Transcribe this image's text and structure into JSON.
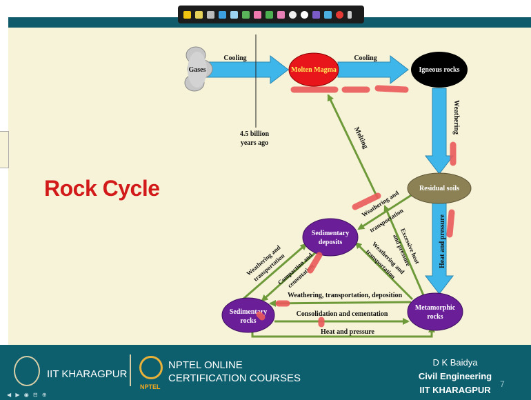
{
  "slide": {
    "title": "Rock Cycle",
    "page_number": "7"
  },
  "diagram": {
    "nodes": {
      "gases": "Gases",
      "molten_magma": "Molten Magma",
      "igneous_rocks": "Igneous rocks",
      "residual_soils": "Residual soils",
      "sedimentary_deposits": [
        "Sedimentary",
        "deposits"
      ],
      "sedimentary_rocks": [
        "Sedimentary",
        "rocks"
      ],
      "metamorphic_rocks": [
        "Metamorphic",
        "rocks"
      ]
    },
    "labels": {
      "cooling_1": "Cooling",
      "cooling_2": "Cooling",
      "age": [
        "4.5 billion",
        "years ago"
      ],
      "weathering": "Weathering",
      "melting": "Melting",
      "heat_and_pressure_vertical": "Heat and pressure",
      "weathering_transport_1": [
        "Weathering and",
        "transportation"
      ],
      "weathering_transport_2": [
        "Weathering and",
        "transportation"
      ],
      "weathering_transport_3": [
        "Weathering and",
        "transportation"
      ],
      "compaction": [
        "Compaction and",
        "cementation"
      ],
      "excessive_heat": [
        "Excessive heat",
        "and pressure"
      ],
      "weathering_transport_deposition": "Weathering, transportation, deposition",
      "consolidation": "Consolidation and cementation",
      "heat_and_pressure_bottom": "Heat and pressure"
    },
    "colors": {
      "background": "#f6f3d8",
      "blue_arrow": "#3fb6ea",
      "green_arrow": "#6e9a3a",
      "magma": "#e8151b",
      "magma_text": "#ffef5a",
      "igneous": "#000000",
      "residual": "#8c8055",
      "purple": "#6a1f99",
      "annotation": "#ea5a5a",
      "title": "#d21a1a"
    }
  },
  "footer": {
    "org": "IIT KHARAGPUR",
    "nptel_line1": "NPTEL ONLINE",
    "nptel_line2": "CERTIFICATION COURSES",
    "nptel_logo_text": "NPTEL",
    "presenter": "D K Baidya",
    "department": "Civil Engineering",
    "institute": "IIT KHARAGPUR"
  }
}
